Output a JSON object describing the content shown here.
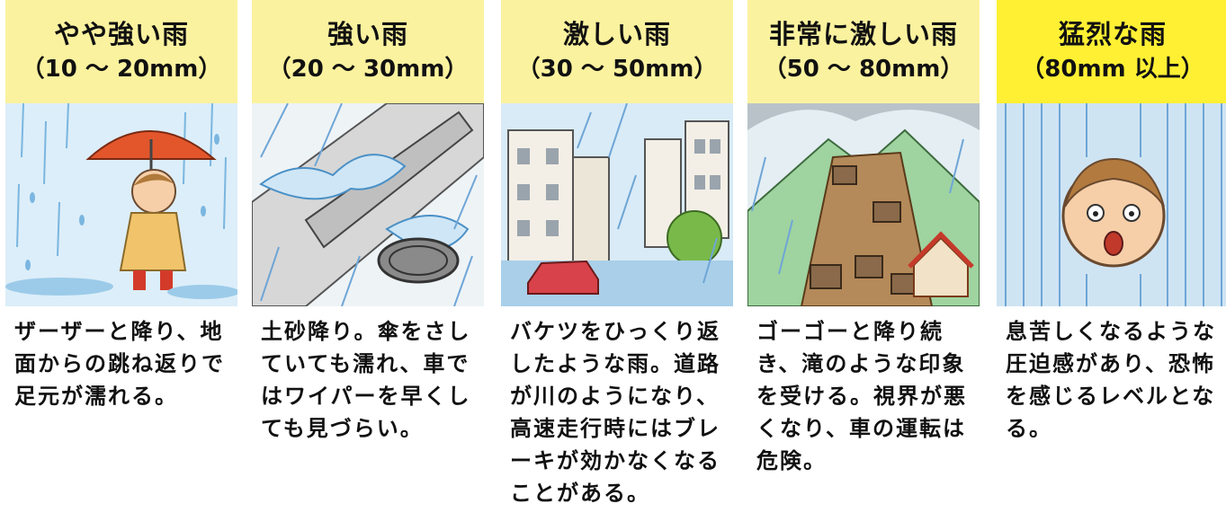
{
  "columns": [
    {
      "title": "やや強い雨",
      "range": "（10 ～ 20mm）",
      "description": "ザーザーと降り、地面からの跳ね返りで足元が濡れる。",
      "illustration": "child-umbrella"
    },
    {
      "title": "強い雨",
      "range": "（20 ～ 30mm）",
      "description": "土砂降り。傘をさしていても濡れ、車ではワイパーを早くしても見づらい。",
      "illustration": "overflowing-gutter"
    },
    {
      "title": "激しい雨",
      "range": "（30 ～ 50mm）",
      "description": "バケツをひっくり返したような雨。道路が川のようになり、高速走行時にはブレーキが効かなくなることがある。",
      "illustration": "flooded-street"
    },
    {
      "title": "非常に激しい雨",
      "range": "（50 ～ 80mm）",
      "description": "ゴーゴーと降り続き、滝のような印象を受ける。視界が悪くなり、車の運転は危険。",
      "illustration": "landslide"
    },
    {
      "title": "猛烈な雨",
      "range": "（80mm 以上）",
      "description": "息苦しくなるような圧迫感があり、恐怖を感じるレベルとなる。",
      "illustration": "scared-face"
    }
  ],
  "colors": {
    "header": "#fbf29f",
    "header_strong": "#fff034",
    "rain": "#6fb0dc"
  }
}
